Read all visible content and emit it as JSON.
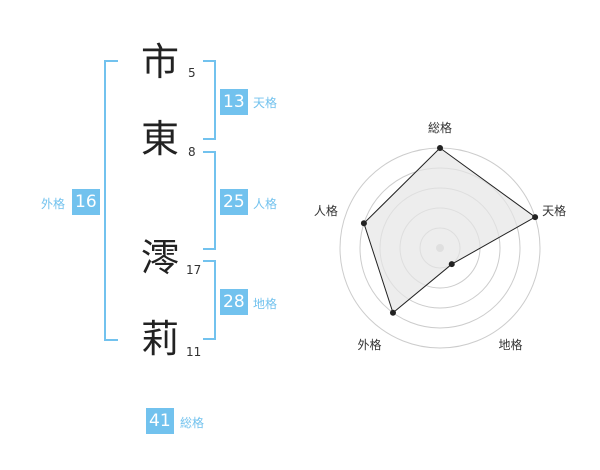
{
  "name": {
    "chars": [
      {
        "char": "市",
        "strokes": "5"
      },
      {
        "char": "東",
        "strokes": "8"
      },
      {
        "char": "澪",
        "strokes": "17"
      },
      {
        "char": "莉",
        "strokes": "11"
      }
    ]
  },
  "fortune": {
    "tenkaku": {
      "value": "13",
      "label": "天格"
    },
    "jinkaku": {
      "value": "25",
      "label": "人格"
    },
    "chikaku": {
      "value": "28",
      "label": "地格"
    },
    "gaikaku": {
      "value": "16",
      "label": "外格"
    },
    "soukaku": {
      "value": "41",
      "label": "総格"
    }
  },
  "chart_data": {
    "type": "radar",
    "axes": [
      "総格",
      "天格",
      "地格",
      "外格",
      "人格"
    ],
    "values": [
      5,
      5,
      1,
      4,
      4
    ],
    "max": 5,
    "rings": 5,
    "colors": {
      "fill": "#e6e6e6",
      "line": "#222222",
      "ring": "#cccccc",
      "accent": "#72c2ee"
    }
  }
}
